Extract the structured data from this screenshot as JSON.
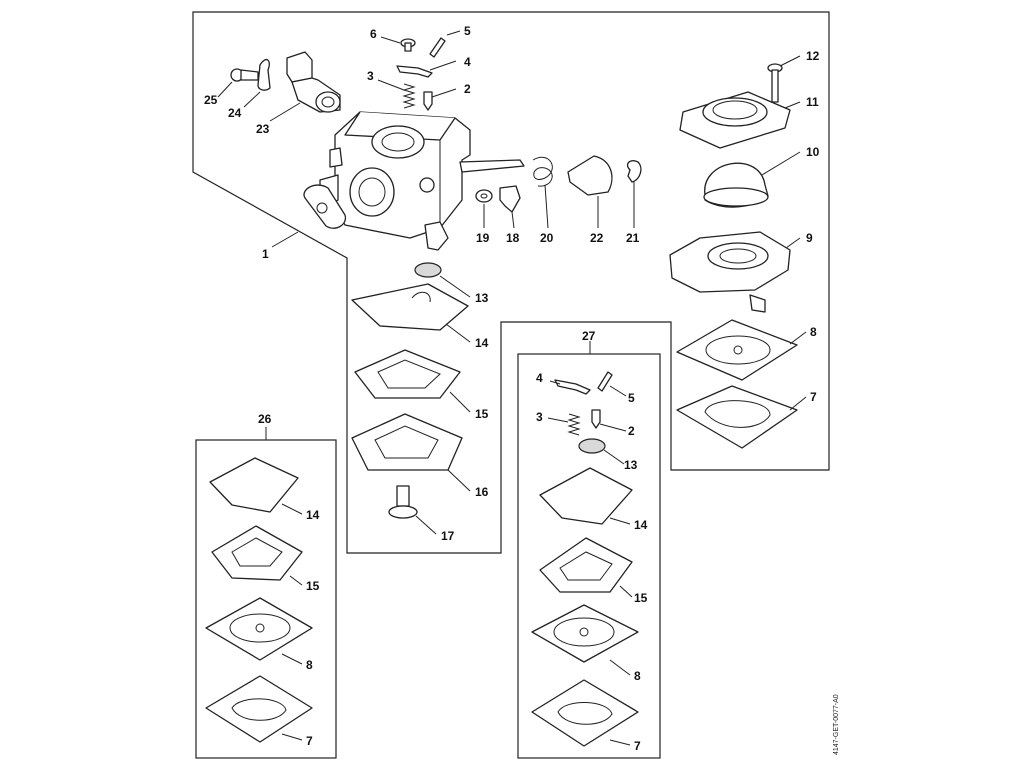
{
  "diagram": {
    "drawing_code": "4147-GET-0077-A0",
    "callouts": {
      "c1": "1",
      "c2a": "2",
      "c2b": "2",
      "c3a": "3",
      "c3b": "3",
      "c4a": "4",
      "c4b": "4",
      "c5a": "5",
      "c5b": "5",
      "c6": "6",
      "c7a": "7",
      "c7b": "7",
      "c7c": "7",
      "c8a": "8",
      "c8b": "8",
      "c8c": "8",
      "c9": "9",
      "c10": "10",
      "c11": "11",
      "c12": "12",
      "c13a": "13",
      "c13b": "13",
      "c14a": "14",
      "c14b": "14",
      "c14c": "14",
      "c15a": "15",
      "c15b": "15",
      "c15c": "15",
      "c16": "16",
      "c17": "17",
      "c18": "18",
      "c19": "19",
      "c20": "20",
      "c21": "21",
      "c22": "22",
      "c23": "23",
      "c24": "24",
      "c25": "25",
      "c26": "26",
      "c27": "27"
    }
  }
}
